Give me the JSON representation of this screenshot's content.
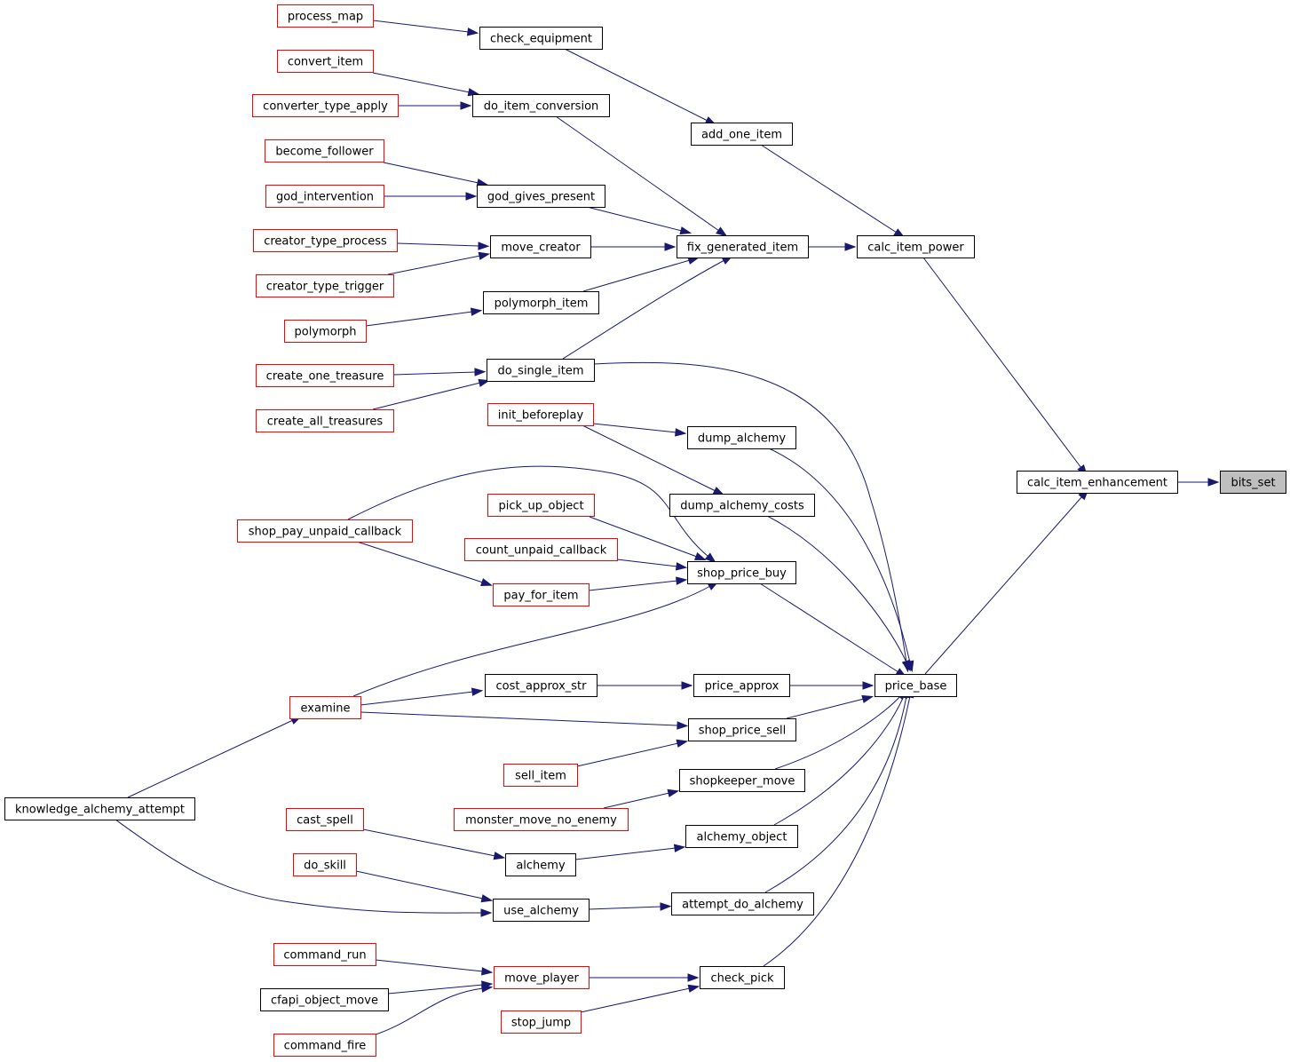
{
  "graph": {
    "direction": "right-to-left callers",
    "focus_node": "bits_set",
    "colors": {
      "edge": "#191970",
      "focus_fill": "#bfbfbf",
      "node_fill": "#ffffff",
      "documented_border": "#000000",
      "undocumented_border": "#ff0000"
    },
    "nodes": [
      {
        "id": "process_map",
        "label": "process_map",
        "border": "red"
      },
      {
        "id": "check_equipment",
        "label": "check_equipment",
        "border": "black"
      },
      {
        "id": "convert_item",
        "label": "convert_item",
        "border": "red"
      },
      {
        "id": "converter_type_apply",
        "label": "converter_type_apply",
        "border": "red"
      },
      {
        "id": "do_item_conversion",
        "label": "do_item_conversion",
        "border": "black"
      },
      {
        "id": "add_one_item",
        "label": "add_one_item",
        "border": "black"
      },
      {
        "id": "become_follower",
        "label": "become_follower",
        "border": "red"
      },
      {
        "id": "god_intervention",
        "label": "god_intervention",
        "border": "red"
      },
      {
        "id": "god_gives_present",
        "label": "god_gives_present",
        "border": "black"
      },
      {
        "id": "creator_type_process",
        "label": "creator_type_process",
        "border": "red"
      },
      {
        "id": "move_creator",
        "label": "move_creator",
        "border": "black"
      },
      {
        "id": "fix_generated_item",
        "label": "fix_generated_item",
        "border": "black"
      },
      {
        "id": "calc_item_power",
        "label": "calc_item_power",
        "border": "black"
      },
      {
        "id": "creator_type_trigger",
        "label": "creator_type_trigger",
        "border": "red"
      },
      {
        "id": "polymorph_item",
        "label": "polymorph_item",
        "border": "black"
      },
      {
        "id": "polymorph",
        "label": "polymorph",
        "border": "red"
      },
      {
        "id": "create_one_treasure",
        "label": "create_one_treasure",
        "border": "red"
      },
      {
        "id": "do_single_item",
        "label": "do_single_item",
        "border": "black"
      },
      {
        "id": "create_all_treasures",
        "label": "create_all_treasures",
        "border": "red"
      },
      {
        "id": "init_beforeplay",
        "label": "init_beforeplay",
        "border": "red"
      },
      {
        "id": "dump_alchemy",
        "label": "dump_alchemy",
        "border": "black"
      },
      {
        "id": "calc_item_enhancement",
        "label": "calc_item_enhancement",
        "border": "black"
      },
      {
        "id": "bits_set",
        "label": "bits_set",
        "border": "black",
        "focus": true
      },
      {
        "id": "dump_alchemy_costs",
        "label": "dump_alchemy_costs",
        "border": "black"
      },
      {
        "id": "pick_up_object",
        "label": "pick_up_object",
        "border": "red"
      },
      {
        "id": "shop_pay_unpaid_callback",
        "label": "shop_pay_unpaid_callback",
        "border": "red"
      },
      {
        "id": "count_unpaid_callback",
        "label": "count_unpaid_callback",
        "border": "red"
      },
      {
        "id": "shop_price_buy",
        "label": "shop_price_buy",
        "border": "black"
      },
      {
        "id": "pay_for_item",
        "label": "pay_for_item",
        "border": "red"
      },
      {
        "id": "cost_approx_str",
        "label": "cost_approx_str",
        "border": "black"
      },
      {
        "id": "price_approx",
        "label": "price_approx",
        "border": "black"
      },
      {
        "id": "price_base",
        "label": "price_base",
        "border": "black"
      },
      {
        "id": "examine",
        "label": "examine",
        "border": "red"
      },
      {
        "id": "shop_price_sell",
        "label": "shop_price_sell",
        "border": "black"
      },
      {
        "id": "sell_item",
        "label": "sell_item",
        "border": "red"
      },
      {
        "id": "shopkeeper_move",
        "label": "shopkeeper_move",
        "border": "black"
      },
      {
        "id": "knowledge_alchemy_attempt",
        "label": "knowledge_alchemy_attempt",
        "border": "black"
      },
      {
        "id": "monster_move_no_enemy",
        "label": "monster_move_no_enemy",
        "border": "red"
      },
      {
        "id": "cast_spell",
        "label": "cast_spell",
        "border": "red"
      },
      {
        "id": "alchemy_object",
        "label": "alchemy_object",
        "border": "black"
      },
      {
        "id": "alchemy",
        "label": "alchemy",
        "border": "black"
      },
      {
        "id": "do_skill",
        "label": "do_skill",
        "border": "red"
      },
      {
        "id": "attempt_do_alchemy",
        "label": "attempt_do_alchemy",
        "border": "black"
      },
      {
        "id": "use_alchemy",
        "label": "use_alchemy",
        "border": "black"
      },
      {
        "id": "command_run",
        "label": "command_run",
        "border": "red"
      },
      {
        "id": "move_player",
        "label": "move_player",
        "border": "red"
      },
      {
        "id": "check_pick",
        "label": "check_pick",
        "border": "black"
      },
      {
        "id": "cfapi_object_move",
        "label": "cfapi_object_move",
        "border": "black"
      },
      {
        "id": "stop_jump",
        "label": "stop_jump",
        "border": "red"
      },
      {
        "id": "command_fire",
        "label": "command_fire",
        "border": "red"
      }
    ],
    "edges": [
      {
        "from": "process_map",
        "to": "check_equipment"
      },
      {
        "from": "check_equipment",
        "to": "add_one_item"
      },
      {
        "from": "convert_item",
        "to": "do_item_conversion"
      },
      {
        "from": "converter_type_apply",
        "to": "do_item_conversion"
      },
      {
        "from": "do_item_conversion",
        "to": "fix_generated_item"
      },
      {
        "from": "add_one_item",
        "to": "calc_item_power"
      },
      {
        "from": "become_follower",
        "to": "god_gives_present"
      },
      {
        "from": "god_intervention",
        "to": "god_gives_present"
      },
      {
        "from": "god_gives_present",
        "to": "fix_generated_item"
      },
      {
        "from": "creator_type_process",
        "to": "move_creator"
      },
      {
        "from": "creator_type_trigger",
        "to": "move_creator"
      },
      {
        "from": "move_creator",
        "to": "fix_generated_item"
      },
      {
        "from": "fix_generated_item",
        "to": "calc_item_power"
      },
      {
        "from": "polymorph_item",
        "to": "fix_generated_item"
      },
      {
        "from": "polymorph",
        "to": "polymorph_item"
      },
      {
        "from": "do_single_item",
        "to": "fix_generated_item"
      },
      {
        "from": "create_one_treasure",
        "to": "do_single_item"
      },
      {
        "from": "create_all_treasures",
        "to": "do_single_item"
      },
      {
        "from": "calc_item_power",
        "to": "calc_item_enhancement"
      },
      {
        "from": "calc_item_enhancement",
        "to": "bits_set"
      },
      {
        "from": "price_base",
        "to": "calc_item_enhancement"
      },
      {
        "from": "do_single_item",
        "to": "price_base"
      },
      {
        "from": "init_beforeplay",
        "to": "dump_alchemy"
      },
      {
        "from": "init_beforeplay",
        "to": "dump_alchemy_costs"
      },
      {
        "from": "dump_alchemy",
        "to": "price_base"
      },
      {
        "from": "dump_alchemy_costs",
        "to": "price_base"
      },
      {
        "from": "shop_pay_unpaid_callback",
        "to": "shop_price_buy"
      },
      {
        "from": "shop_pay_unpaid_callback",
        "to": "pay_for_item"
      },
      {
        "from": "pick_up_object",
        "to": "shop_price_buy"
      },
      {
        "from": "count_unpaid_callback",
        "to": "shop_price_buy"
      },
      {
        "from": "pay_for_item",
        "to": "shop_price_buy"
      },
      {
        "from": "examine",
        "to": "shop_price_buy"
      },
      {
        "from": "shop_price_buy",
        "to": "price_base"
      },
      {
        "from": "examine",
        "to": "cost_approx_str"
      },
      {
        "from": "cost_approx_str",
        "to": "price_approx"
      },
      {
        "from": "price_approx",
        "to": "price_base"
      },
      {
        "from": "examine",
        "to": "shop_price_sell"
      },
      {
        "from": "sell_item",
        "to": "shop_price_sell"
      },
      {
        "from": "shop_price_sell",
        "to": "price_base"
      },
      {
        "from": "monster_move_no_enemy",
        "to": "shopkeeper_move"
      },
      {
        "from": "shopkeeper_move",
        "to": "price_base"
      },
      {
        "from": "knowledge_alchemy_attempt",
        "to": "examine"
      },
      {
        "from": "knowledge_alchemy_attempt",
        "to": "use_alchemy"
      },
      {
        "from": "cast_spell",
        "to": "alchemy"
      },
      {
        "from": "alchemy",
        "to": "alchemy_object"
      },
      {
        "from": "alchemy_object",
        "to": "price_base"
      },
      {
        "from": "do_skill",
        "to": "use_alchemy"
      },
      {
        "from": "use_alchemy",
        "to": "attempt_do_alchemy"
      },
      {
        "from": "attempt_do_alchemy",
        "to": "price_base"
      },
      {
        "from": "command_run",
        "to": "move_player"
      },
      {
        "from": "cfapi_object_move",
        "to": "move_player"
      },
      {
        "from": "command_fire",
        "to": "move_player"
      },
      {
        "from": "move_player",
        "to": "check_pick"
      },
      {
        "from": "stop_jump",
        "to": "check_pick"
      },
      {
        "from": "check_pick",
        "to": "price_base"
      }
    ]
  }
}
